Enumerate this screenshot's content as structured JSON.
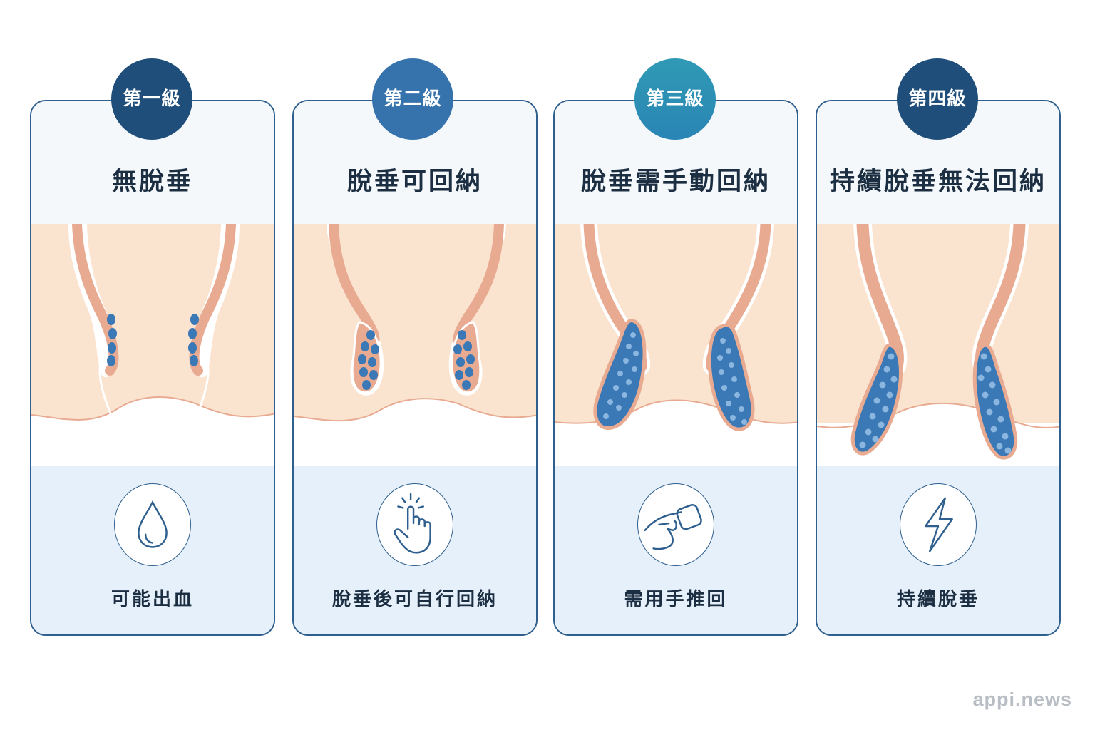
{
  "grades": [
    {
      "badge": "第一級",
      "badge_color": "#1f4e7a",
      "title": "無脫垂",
      "caption": "可能出血",
      "icon": "blood-drop-icon"
    },
    {
      "badge": "第二級",
      "badge_color": "#3673ad",
      "title": "脫垂可回納",
      "caption": "脫垂後可自行回納",
      "icon": "hand-pointer-icon"
    },
    {
      "badge": "第三級",
      "badge_color": "#2b8fb0",
      "title": "脫垂需手動回納",
      "caption": "需用手推回",
      "icon": "hand-push-icon"
    },
    {
      "badge": "第四級",
      "badge_color": "#1f4e7a",
      "title": "持續脫垂無法回納",
      "caption": "持續脫垂",
      "icon": "lightning-icon"
    }
  ],
  "watermark": "appi.news",
  "colors": {
    "border": "#2f5f8e",
    "skin": "#fae3cf",
    "wall": "#e8ab92",
    "tissue": "#3a78b6",
    "dots": "#8ab6e0",
    "bottom_panel": "#e6f0fa"
  }
}
